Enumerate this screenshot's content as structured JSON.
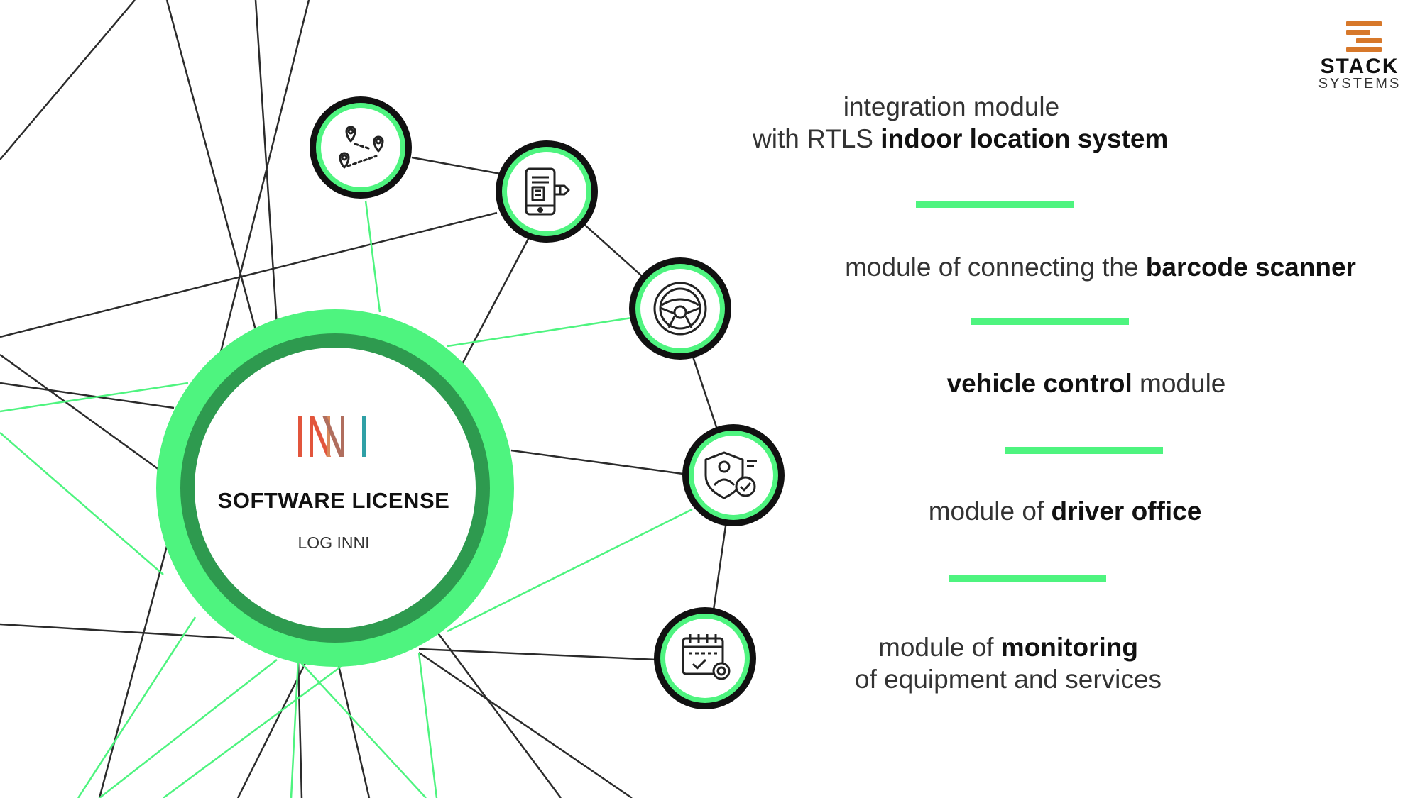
{
  "brand": {
    "logo_word": "STACK",
    "logo_sub": "SYSTEMS",
    "accent": "#4ef47f",
    "accent_dark": "#2e9a4f",
    "logo_orange": "#d7782a"
  },
  "center": {
    "logo_text": "INNI",
    "title": "SOFTWARE LICENSE",
    "subtitle": "LOG INNI"
  },
  "modules": [
    {
      "icon": "location-pins-icon",
      "line1_pre": "integration module",
      "line2_pre": "with RTLS ",
      "line2_bold": "indoor location system"
    },
    {
      "icon": "barcode-scanner-icon",
      "pre": "module of connecting the ",
      "bold": "barcode scanner",
      "post": ""
    },
    {
      "icon": "steering-wheel-icon",
      "pre": "",
      "bold": "vehicle control",
      "post": " module"
    },
    {
      "icon": "driver-shield-icon",
      "pre": "module of ",
      "bold": "driver office",
      "post": ""
    },
    {
      "icon": "calendar-check-icon",
      "line1_pre": "module of ",
      "line1_bold": "monitoring",
      "line2_pre": "of equipment and services"
    }
  ]
}
